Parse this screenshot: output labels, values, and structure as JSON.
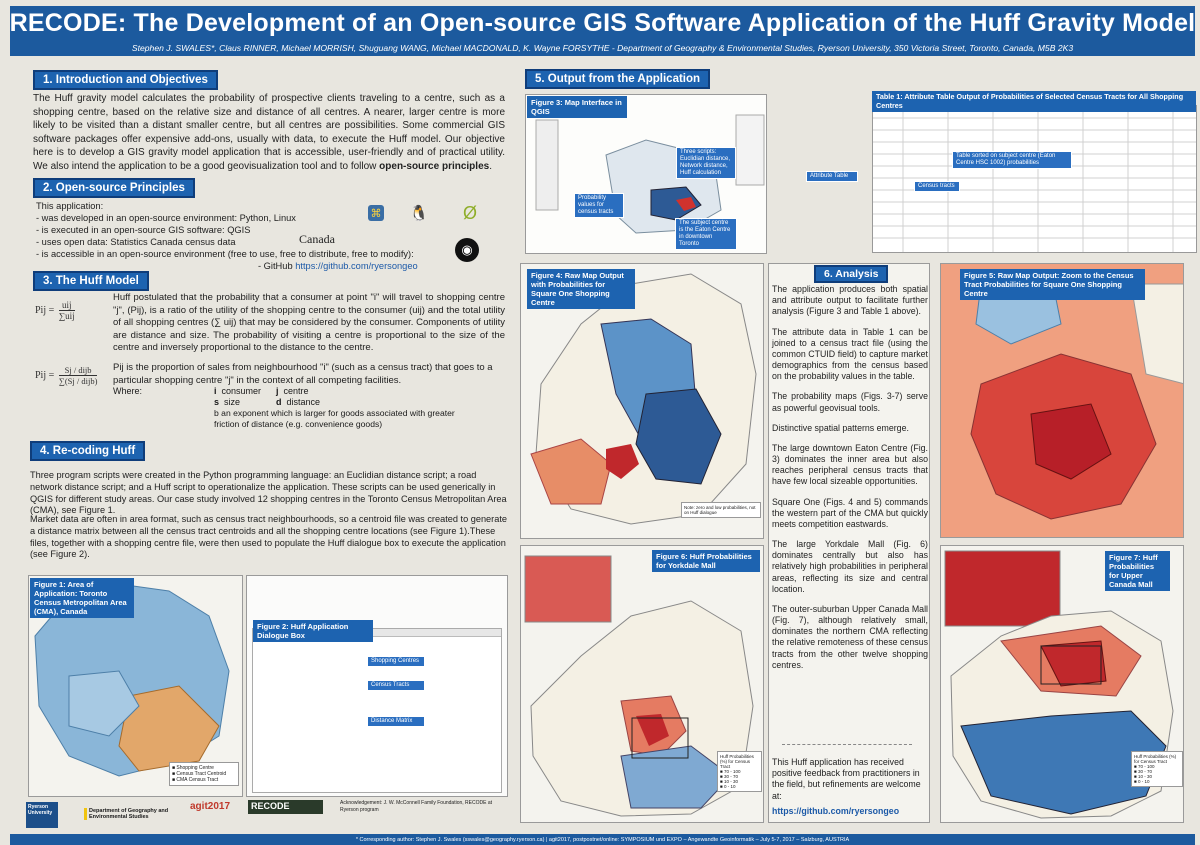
{
  "poster": {
    "title": "RECODE: The Development of an Open-source GIS Software Application of the Huff Gravity Model",
    "authors": "Stephen J. SWALES*, Claus RINNER, Michael MORRISH, Shuguang WANG, Michael MACDONALD, K. Wayne FORSYTHE - Department of Geography & Environmental Studies, Ryerson University, 350 Victoria Street, Toronto, Canada, M5B 2K3",
    "footer": "* Corresponding author: Stephen J. Swales (sswales@geography.ryerson.ca)  |  agit2017, postpostnet/online: SYMPOSIUM und EXPO – Angewandte Geoinformatik – July 5-7, 2017 – Salzburg, AUSTRIA"
  },
  "sections": {
    "intro": {
      "heading": "1. Introduction and Objectives",
      "text_before_bold": "The Huff gravity model calculates the probability of prospective clients traveling to a centre, such as a shopping centre, based on the relative size and distance of all centres. A nearer, larger centre is more likely to be visited than a distant smaller centre, but all centres are possibilities. Some commercial GIS software packages offer expensive add-ons, usually with data, to execute the Huff model. Our objective here is to develop a GIS gravity model application that is accessible, user-friendly and of practical utility. We also intend the application to be a good geovisualization tool and to follow ",
      "bold": "open-source principles",
      "text_after_bold": "."
    },
    "opensource": {
      "heading": "2. Open-source Principles",
      "intro": "This application:",
      "items": [
        "- was developed in an open-source environment: Python, Linux",
        "- is executed in an open-source GIS software: QGIS",
        "- uses open data: Statistics Canada census data",
        "- is accessible in an open-source environment (free to use, free to distribute, free to modify):"
      ],
      "github_prefix": "- GitHub ",
      "github_link": "https://github.com/ryersongeo",
      "canada_wordmark": "Canada"
    },
    "huff": {
      "heading": "3. The Huff Model",
      "eq1_lhs": "Pij =",
      "eq1_num": "uij",
      "eq1_den": "∑uij",
      "eq2_lhs": "Pij =",
      "eq2_num": "Sj / dijb",
      "eq2_den": "∑(Sj / dijb)",
      "para1": "Huff postulated that the probability that a consumer at point \"i\" will travel to shopping centre \"j\", (Pij), is a ratio of the utility of the shopping centre to the consumer (uij) and the total utility of all shopping centres (∑ uij) that may be considered by the consumer. Components of utility are distance and size. The probability of visiting a centre is proportional to the size of the centre and inversely proportional to the distance to the centre.",
      "para2": "Pij is the proportion of sales from neighbourhood \"i\" (such as a census tract) that goes to a particular shopping centre \"j\" in the context of all competing facilities.",
      "where_label": "Where:",
      "where_items": [
        {
          "sym": "i",
          "desc": "consumer"
        },
        {
          "sym": "j",
          "desc": "centre"
        },
        {
          "sym": "s",
          "desc": "size"
        },
        {
          "sym": "d",
          "desc": "distance"
        }
      ],
      "b_item": "b  an exponent which is larger for goods associated with greater friction of distance (e.g. convenience goods)"
    },
    "recoding": {
      "heading": "4. Re-coding Huff",
      "para1": "Three program scripts were created in the Python programming language: an Euclidian distance script; a road network distance script; and a Huff script to operationalize the application. These scripts can be used generically in QGIS for different study areas. Our case study involved 12 shopping centres in the Toronto Census Metropolitan Area (CMA), see Figure 1.",
      "para2": "Market data are often in area format, such as census tract neighbourhoods, so a centroid file was created to generate a distance matrix between all the census tract centroids and all the shopping centre locations (see Figure 1).These files, together with a shopping centre file, were then used to populate the Huff dialogue box to execute the application (see Figure 2)."
    },
    "output": {
      "heading": "5. Output from the Application"
    },
    "analysis": {
      "heading": "6. Analysis",
      "paragraphs": [
        "The application produces both spatial and attribute output to facilitate further analysis (Figure 3 and Table 1 above).",
        "The attribute data in Table 1 can be joined to a census tract file (using the common CTUID field) to capture market demographics from the census based on the probability values in the table.",
        "The probability maps (Figs. 3-7) serve as powerful geovisual tools.",
        "Distinctive spatial patterns emerge.",
        "The large downtown Eaton Centre (Fig. 3) dominates the inner area but also reaches peripheral census tracts that have few local sizeable opportunities.",
        "Square One (Figs. 4 and 5) commands the western part of the CMA but quickly meets competition eastwards.",
        "The large Yorkdale Mall (Fig. 6) dominates centrally but also has relatively high probabilities in peripheral areas, reflecting its size and central location.",
        "The outer-suburban Upper Canada Mall (Fig. 7), although relatively small, dominates the northern CMA reflecting the relative remoteness of these census tracts from the other twelve shopping centres."
      ],
      "closing": "This Huff application has received positive feedback from practitioners in the field, but refinements are welcome at:",
      "link": "https://github.com/ryersongeo"
    }
  },
  "figures": {
    "fig1": "Figure 1: Area of Application: Toronto Census Metropolitan Area (CMA), Canada",
    "fig2": "Figure 2: Huff Application Dialogue Box",
    "fig3": "Figure 3: Map Interface in QGIS",
    "table1": "Table 1: Attribute Table Output of Probabilities of Selected Census Tracts for All Shopping Centres",
    "fig4": "Figure 4: Raw Map Output with Probabilities for Square One Shopping Centre",
    "fig5": "Figure 5: Raw Map Output: Zoom to the Census Tract Probabilities for Square One Shopping Centre",
    "fig6": "Figure 6: Huff Probabilities for Yorkdale Mall",
    "fig7": "Figure 7: Huff Probabilities for Upper Canada Mall"
  },
  "callouts": {
    "fig3_a": "Probability values for census tracts",
    "fig3_b": "Three scripts: Euclidian distance, Network distance, Huff calculation",
    "fig3_c": "The subject centre is the Eaton Centre in downtown Toronto",
    "fig3_d": "Attribute Table",
    "table_a": "Table sorted on subject centre (Eaton Centre HSC 1002) probabilities",
    "table_b": "Census tracts",
    "fig4_note": "Note: zero and low probabilities, not on Huff dialogue"
  },
  "logos": {
    "ryerson": "Ryerson University",
    "dept": "Department of Geography and Environmental Studies",
    "agit": "agit2017",
    "recode": "RECODE",
    "ack": "Acknowledgement: J. W. McConnell Family Foundation, RECODE at Ryerson program"
  },
  "colors": {
    "header_blue": "#1c5a9e",
    "section_blue": "#1d63b0",
    "prob_high": "#c0282c",
    "prob_mid": "#f0a080",
    "prob_low": "#3a78b8",
    "prob_none": "#f4f0e4"
  }
}
